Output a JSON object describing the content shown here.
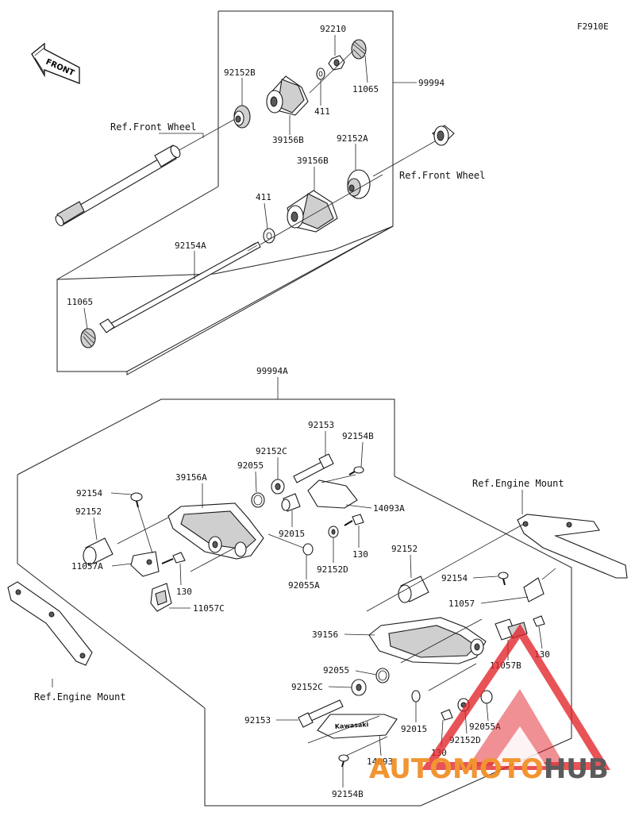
{
  "figure_code": "F2910E",
  "front_arrow": "FRONT",
  "top_group": {
    "kit_label": "99994",
    "labels": {
      "p92210": "92210",
      "p11065_top": "11065",
      "p92152B": "92152B",
      "p411_top": "411",
      "p39156B_top": "39156B",
      "p92152A": "92152A",
      "p39156B_mid": "39156B",
      "p411_mid": "411",
      "p92154A": "92154A",
      "p11065_bottom": "11065"
    },
    "refs": {
      "ref_front_wheel_left": "Ref.Front Wheel",
      "ref_front_wheel_right": "Ref.Front Wheel"
    }
  },
  "bottom_group": {
    "kit_label": "99994A",
    "labels": {
      "p92153_top": "92153",
      "p92154B_top": "92154B",
      "p92152C_top": "92152C",
      "p92055_top": "92055",
      "p39156A": "39156A",
      "p92154_left": "92154",
      "p92152_left": "92152",
      "p14093A": "14093A",
      "p92015_top": "92015",
      "p130_mid": "130",
      "p11057A": "11057A",
      "p130_left": "130",
      "p92152D_top": "92152D",
      "p92055A_top": "92055A",
      "p11057C": "11057C",
      "p92152_right": "92152",
      "p92154_right": "92154",
      "p11057": "11057",
      "p39156": "39156",
      "p130_right": "130",
      "p11057B": "11057B",
      "p92055_bottom": "92055",
      "p92152C_bottom": "92152C",
      "p92153_bottom": "92153",
      "p92015_bottom": "92015",
      "p92055A_bottom": "92055A",
      "p130_bottom": "130",
      "p92152D_bottom": "92152D",
      "p14093": "14093",
      "p92154B_bottom": "92154B"
    },
    "refs": {
      "ref_engine_mount_right": "Ref.Engine Mount",
      "ref_engine_mount_left": "Ref.Engine Mount"
    },
    "cover_logo": "Kawasaki"
  },
  "watermark": {
    "auto": "AUTO",
    "moto": "MOTO",
    "hub": "HUB"
  },
  "colors": {
    "watermark_orange": "#f08a1c",
    "watermark_red": "#e01f26",
    "watermark_gray": "#4a4a4a",
    "line": "#1a1a1a"
  }
}
